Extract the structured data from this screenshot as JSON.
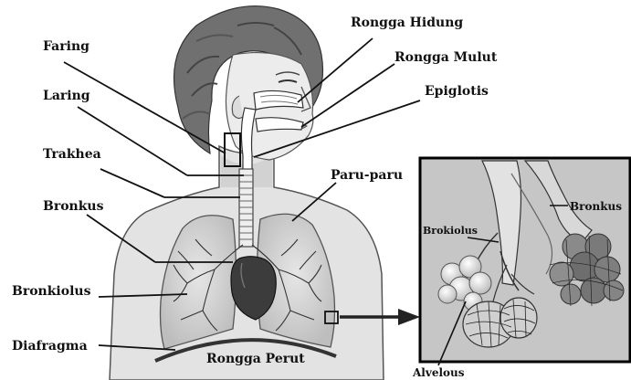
{
  "labels": {
    "rongga_hidung": "Rongga Hidung",
    "rongga_mulut": "Rongga Mulut",
    "epiglotis": "Epiglotis",
    "faring": "Faring",
    "laring": "Laring",
    "trakhea": "Trakhea",
    "paru_paru": "Paru-paru",
    "bronkus": "Bronkus",
    "bronkiolus": "Bronkiolus",
    "diafragma": "Diafragma",
    "rongga_perut": "Rongga Perut",
    "inset_brokiolus": "Brokiolus",
    "inset_bronkus": "Bronkus",
    "inset_alvelous": "Alvelous"
  },
  "colors": {
    "line": "#111111",
    "skin": "#e2e2e2",
    "hair": "#6a6a6a",
    "lung": "#cfcfcf",
    "heart": "#3a3a3a",
    "inset_bg": "#c9c9c9",
    "inset_border": "#000000",
    "alveoli": "#ececec"
  },
  "icons": {
    "zoom_arrow": "arrow-right-icon"
  }
}
